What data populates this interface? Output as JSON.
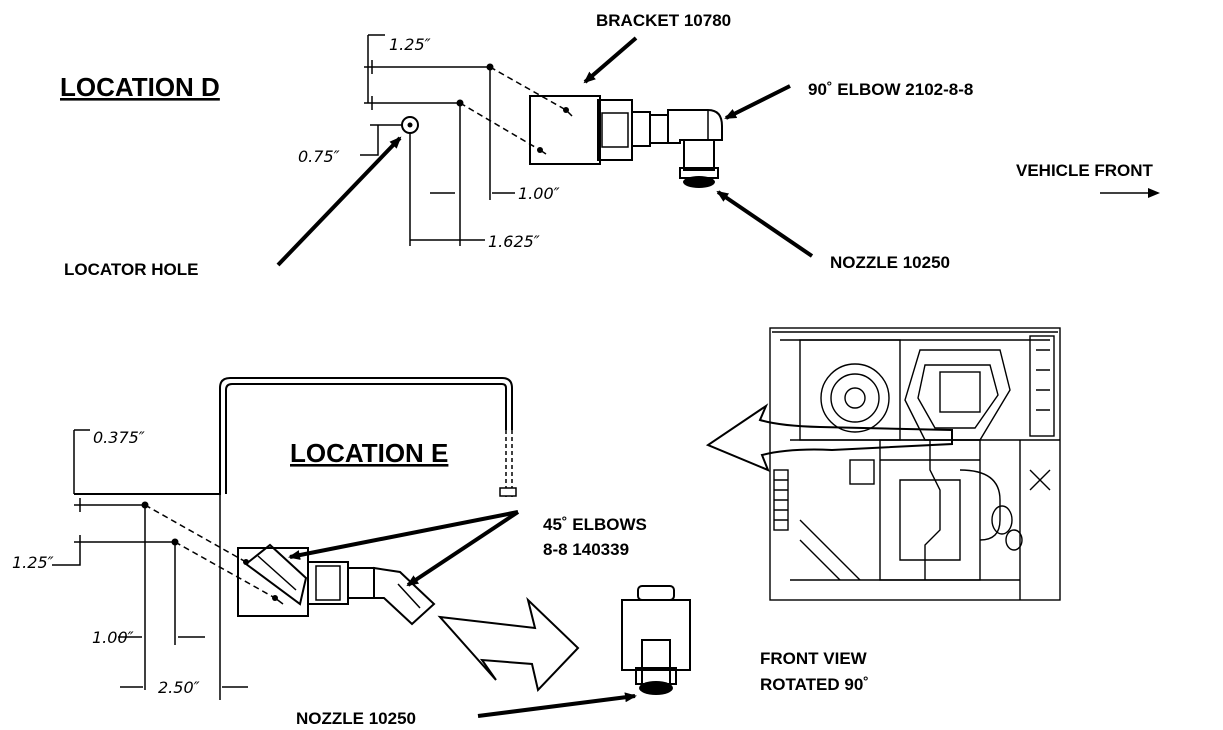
{
  "location_d": {
    "title": "LOCATION D",
    "bracket_label": "BRACKET 10780",
    "elbow_label": "90˚ ELBOW 2102-8-8",
    "vehicle_front_label": "VEHICLE FRONT",
    "nozzle_label": "NOZZLE 10250",
    "locator_label": "LOCATOR HOLE",
    "dim_vertical_top": "1.25″",
    "dim_vertical_bottom": "0.75″",
    "dim_horizontal_1": "1.00″",
    "dim_horizontal_2": "1.625″"
  },
  "location_e": {
    "title": "LOCATION E",
    "elbows_label_line1": "45˚ ELBOWS",
    "elbows_label_line2": "8-8 140339",
    "nozzle_label": "NOZZLE 10250",
    "front_view_line1": "FRONT VIEW",
    "front_view_line2": "ROTATED 90˚",
    "dim_top": "0.375″",
    "dim_left": "1.25″",
    "dim_horizontal_1": "1.00″",
    "dim_horizontal_2": "2.50″"
  },
  "icons": [
    "locator-hole-icon",
    "elbow-90-icon",
    "elbow-45-icon",
    "nozzle-icon",
    "arrow-right-icon",
    "arrow-left-icon",
    "vehicle-front-arrow-icon"
  ]
}
